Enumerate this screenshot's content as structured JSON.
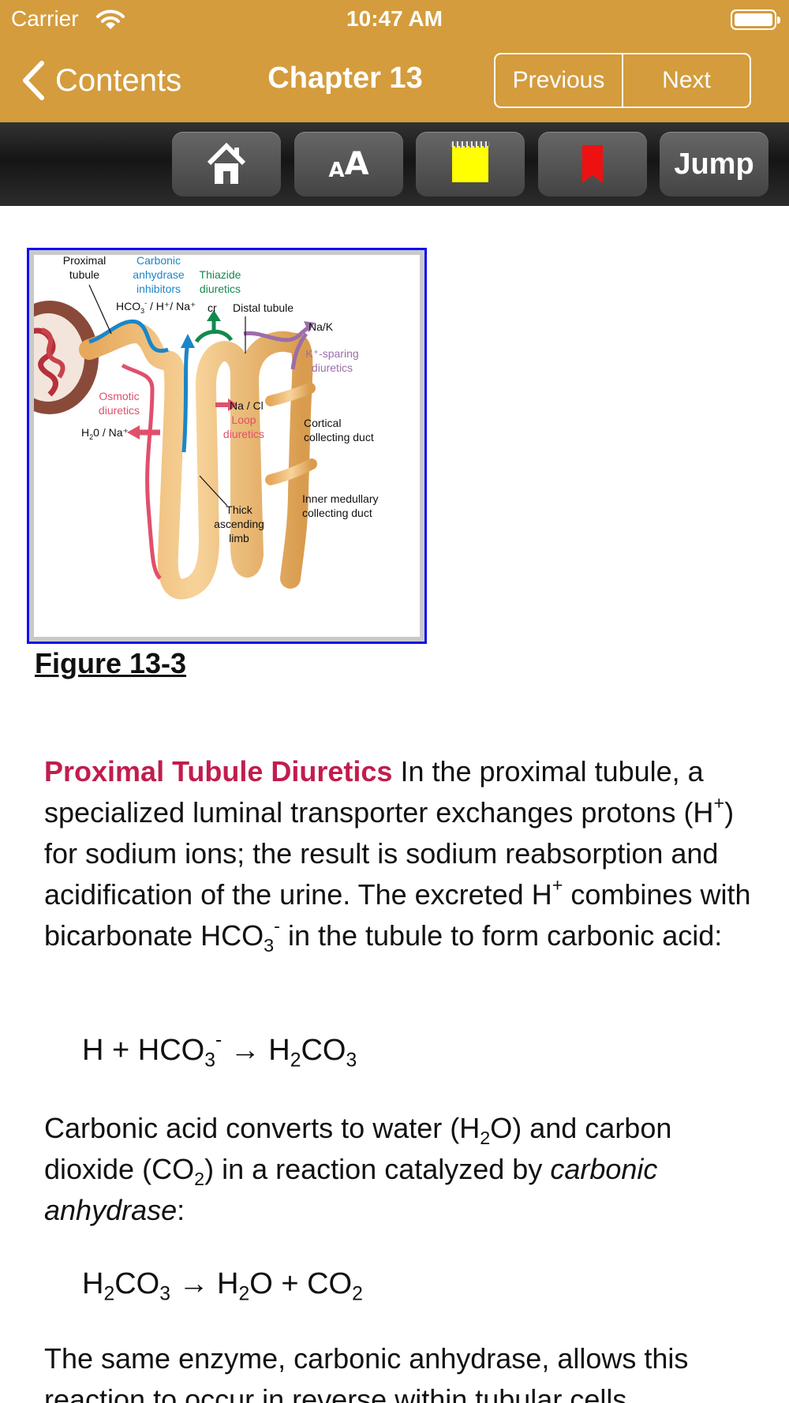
{
  "status_bar": {
    "carrier": "Carrier",
    "time": "10:47 AM"
  },
  "nav": {
    "back_label": "Contents",
    "title": "Chapter 13",
    "previous_label": "Previous",
    "next_label": "Next"
  },
  "toolbar": {
    "home_icon": "home-icon",
    "font_small": "A",
    "font_big": "A",
    "note_icon": "sticky-note-icon",
    "bookmark_icon": "bookmark-icon",
    "jump_label": "Jump"
  },
  "colors": {
    "nav_bar": "#D49C3D",
    "heading": "#C11D4D",
    "figure_border": "#1010EE"
  },
  "figure": {
    "caption": "Figure 13-3",
    "labels": {
      "proximal": [
        "Proximal",
        "tubule"
      ],
      "carbonic": [
        "Carbonic",
        "anhydrase",
        "inhibitors"
      ],
      "thiazide": [
        "Thiazide",
        "diuretics"
      ],
      "hco3_main": "HCO",
      "hco3_sub": "3",
      "hco3_sup": "-",
      "hco3_rest": " / H⁺/ Na⁺",
      "cl": "cr",
      "distal": "Distal tubule",
      "nak": "Na/K",
      "ksparing": [
        "K⁺-sparing",
        "diuretics"
      ],
      "osmotic": [
        "Osmotic",
        "diuretics"
      ],
      "h2o_main": "H",
      "h2o_sub": "2",
      "h2o_rest": "0 / Na⁺",
      "nacl": "Na / Cl",
      "loop": [
        "Loop",
        "diuretics"
      ],
      "cortical": [
        "Cortical",
        "collecting duct"
      ],
      "medullary": [
        "Inner medullary",
        "collecting duct"
      ],
      "thick": [
        "Thick",
        "ascending",
        "limb"
      ]
    }
  },
  "article": {
    "heading": "Proximal Tubule Diuretics",
    "p1_a": " In the proximal tubule, a specialized luminal transporter exchanges protons (H",
    "p1_sup_plus": "+",
    "p1_b": ") for sodium ions; the result is sodium reabsorption and acidification of the urine. The excreted H",
    "p1_c": " combines with bicarbonate HCO",
    "sub_3": "3",
    "sup_minus": "-",
    "p1_d": " in the tubule to form carbonic acid:",
    "eq1_a": "H + HCO",
    "eq1_b": " → H",
    "sub_2": "2",
    "eq1_c": "CO",
    "p2_a": "Carbonic acid converts to water (H",
    "p2_b": "O) and carbon dioxide (CO",
    "p2_c": ") in a reaction catalyzed by ",
    "p2_em": "carbonic anhydrase",
    "p2_d": ":",
    "eq2_a": "H",
    "eq2_b": "CO",
    "eq2_c": " → H",
    "eq2_d": "O + CO",
    "p3": "The same enzyme, carbonic anhydrase, allows this reaction to occur in reverse within tubular cells"
  }
}
